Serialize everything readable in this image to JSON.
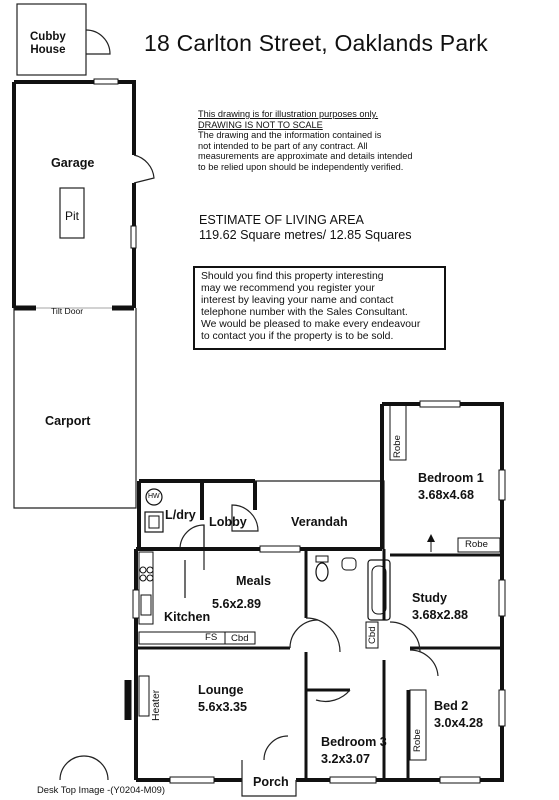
{
  "header": {
    "title": "18 Carlton  Street,  Oaklands Park"
  },
  "disclaimer": {
    "line1": "This drawing is for illustration purposes only.",
    "line2": "DRAWING IS NOT TO SCALE",
    "line3": "The drawing and the information contained is",
    "line4": "not intended to be part of any contract.  All",
    "line5": "measurements are approximate and details intended",
    "line6": "to be relied upon should be independently verified."
  },
  "estimate": {
    "heading": "ESTIMATE OF LIVING AREA",
    "value": "119.62 Square metres/ 12.85 Squares"
  },
  "contact": {
    "line1": "Should you find this property interesting",
    "line2": "may we recommend you register your",
    "line3": "interest by leaving your name and contact",
    "line4": "telephone number with the Sales Consultant.",
    "line5": "We would be pleased to make every endeavour",
    "line6": "to contact you if the property is to be sold."
  },
  "rooms": {
    "cubby_line1": "Cubby",
    "cubby_line2": "House",
    "garage": "Garage",
    "pit": "Pit",
    "tilt_door": "Tilt Door",
    "carport": "Carport",
    "hw": "HW",
    "ldry": "L/dry",
    "lobby": "Lobby",
    "verandah": "Verandah",
    "bedroom1_name": "Bedroom 1",
    "bedroom1_size": "3.68x4.68",
    "robe1": "Robe",
    "robe2": "Robe",
    "robe3": "Robe",
    "meals_name": "Meals",
    "meals_size": "5.6x2.89",
    "kitchen": "Kitchen",
    "fs": "FS",
    "cbd1": "Cbd",
    "cbd2": "Cbd",
    "study_name": "Study",
    "study_size": "3.68x2.88",
    "heater": "Heater",
    "lounge_name": "Lounge",
    "lounge_size": "5.6x3.35",
    "bed2_name": "Bed  2",
    "bed2_size": "3.0x4.28",
    "bedroom3_name": "Bedroom 3",
    "bedroom3_size": "3.2x3.07",
    "porch": "Porch"
  },
  "footer": {
    "caption": "Desk Top Image -(Y0204-M09)"
  }
}
